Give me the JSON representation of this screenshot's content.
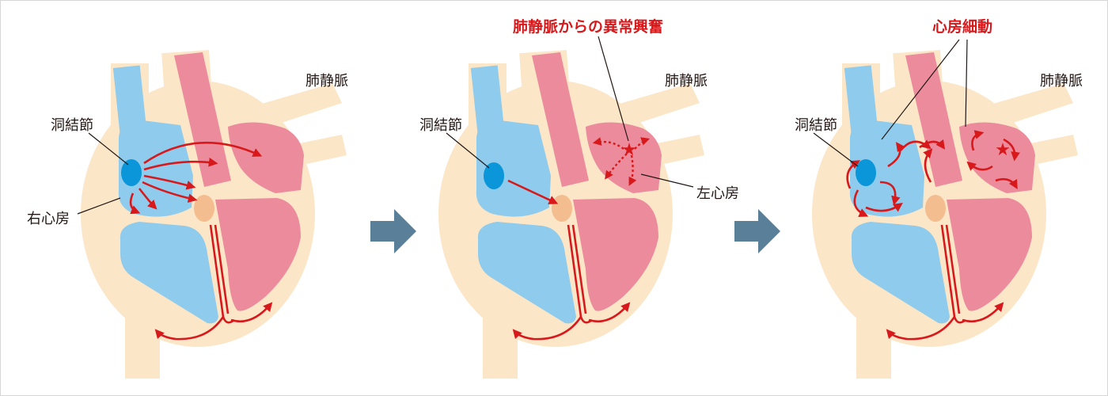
{
  "panels": [
    {
      "labels": {
        "sa_node": "洞結節",
        "right_atrium": "右心房",
        "pulmonary_veins": "肺静脈"
      }
    },
    {
      "labels": {
        "sa_node": "洞結節",
        "pulmonary_veins": "肺静脈",
        "left_atrium": "左心房"
      },
      "callout": "肺静脈からの異常興奮"
    },
    {
      "labels": {
        "sa_node": "洞結節",
        "pulmonary_veins": "肺静脈"
      },
      "callout": "心房細動"
    }
  ],
  "colors": {
    "tissue": "#fbe6c8",
    "right_side": "#8fcbec",
    "left_side": "#ec8b9c",
    "sa_node": "#0a96d8",
    "av_node": "#f3bd8f",
    "impulse": "#d7191c",
    "step_arrow": "#5a7f98"
  }
}
